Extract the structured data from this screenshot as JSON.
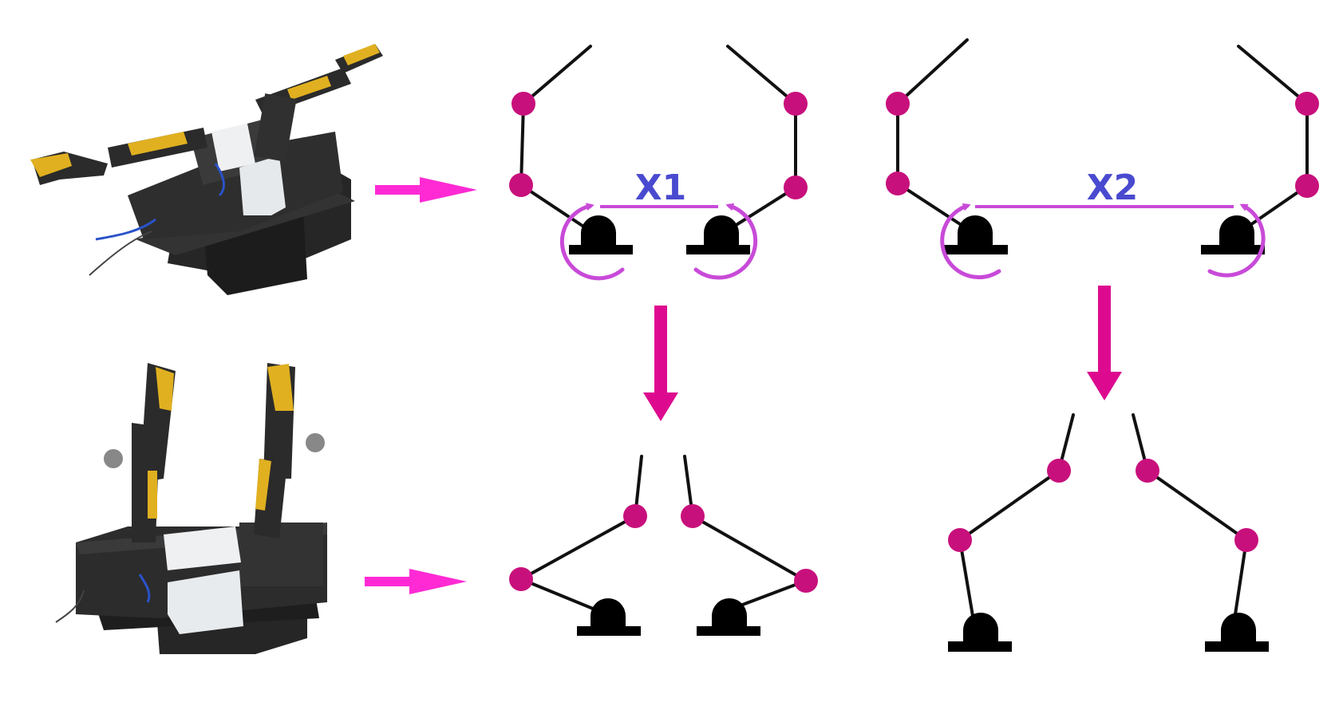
{
  "colors": {
    "arrow": "#ff2ad4",
    "joint": "#c8107c",
    "rotation": "#c84ad8",
    "label": "#4a4ad0",
    "link": "#111111",
    "gripper_body": "#2b2b2b",
    "finger_pad": "#e0b020",
    "soft_pad": "#eef0f2",
    "cable": "#2a52c8"
  },
  "labels": {
    "config_narrow": "X1",
    "config_wide": "X2"
  },
  "photos": {
    "top": "gripper-fingers-open-photo",
    "bottom": "gripper-fingers-closed-photo"
  }
}
